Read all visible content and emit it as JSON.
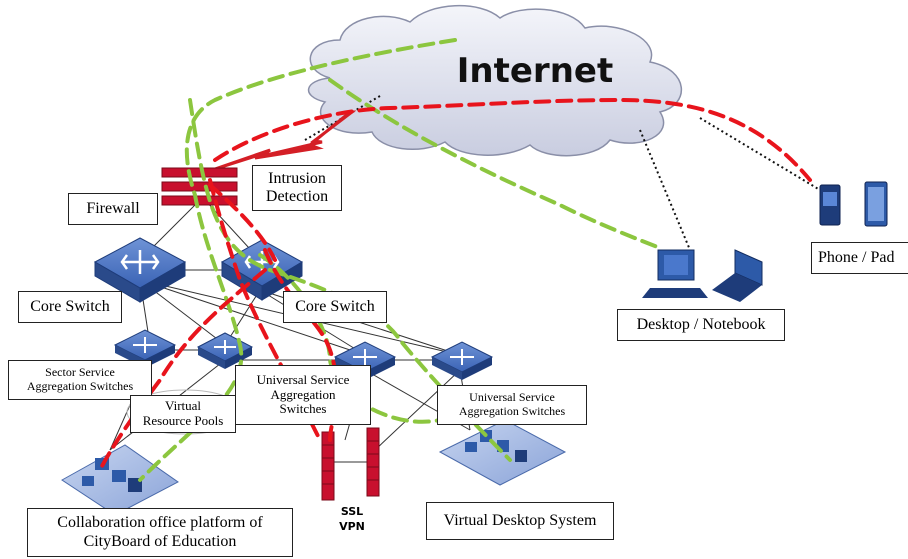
{
  "cloud": {
    "label": "Internet"
  },
  "labels": {
    "firewall": "Firewall",
    "intrusion_line1": "Intrusion",
    "intrusion_line2": "Detection",
    "core_switch_left": "Core Switch",
    "core_switch_right": "Core Switch",
    "sector_line1": "Sector Service",
    "sector_line2": "Aggregation Switches",
    "usas_mid_line1": "Universal Service",
    "usas_mid_line2": "Aggregation",
    "usas_mid_line3": "Switches",
    "usas_right_line1": "Universal Service",
    "usas_right_line2": "Aggregation Switches",
    "virtual_line1": "Virtual",
    "virtual_line2": "Resource Pools",
    "ssl_line1": "SSL",
    "ssl_line2": "VPN",
    "desktop": "Desktop / Notebook",
    "phone": "Phone / Pad",
    "collab_line1": "Collaboration office platform of",
    "collab_line2": "CityBoard of Education",
    "vds": "Virtual Desktop System"
  },
  "colors": {
    "red_path": "#e8141c",
    "green_path": "#8cc63f",
    "device_blue": "#2d5aa8",
    "firewall_red": "#c8102e",
    "cloud_fill": "#d8dbe8"
  }
}
